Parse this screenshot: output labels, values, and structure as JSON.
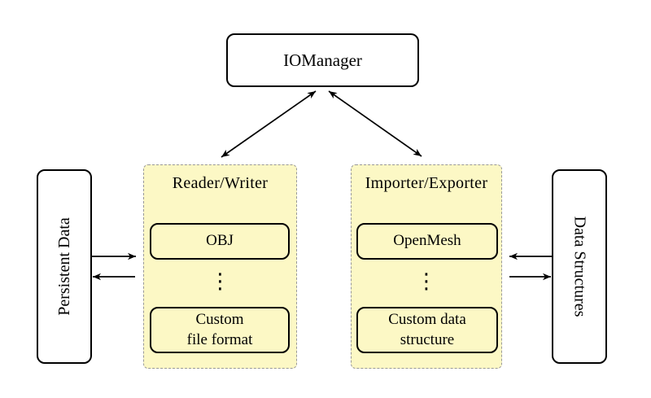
{
  "diagram": {
    "colors": {
      "background": "#ffffff",
      "group_fill": "#fcf8c5",
      "group_dashed_border": "#999999",
      "box_border": "#000000"
    }
  },
  "iomanager": {
    "label": "IOManager"
  },
  "persistent_data": {
    "label": "Persistent Data"
  },
  "data_structures": {
    "label": "Data Structures"
  },
  "reader_writer": {
    "title": "Reader/Writer",
    "item1_label": "OBJ",
    "ellipsis": "⋮",
    "item2_label": "Custom\nfile format"
  },
  "importer_exporter": {
    "title": "Importer/Exporter",
    "item1_label": "OpenMesh",
    "ellipsis": "⋮",
    "item2_label": "Custom data\nstructure"
  }
}
